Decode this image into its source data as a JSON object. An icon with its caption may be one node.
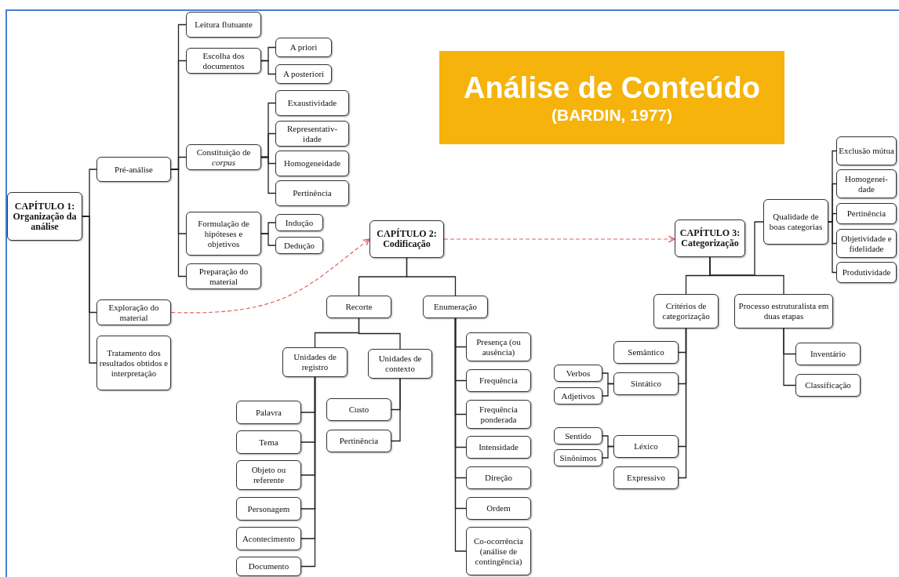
{
  "diagram": {
    "nodes": [
      {
        "text": [
          "CAPÍTULO 1: Organização da análise"
        ]
      },
      {
        "text": [
          "Pré-análise"
        ]
      },
      {
        "text": [
          "Exploração do material"
        ]
      },
      {
        "text": [
          "Tratamento dos resultados obtidos e interpretação"
        ]
      },
      {
        "text": [
          "Leitura flutuante"
        ]
      },
      {
        "text": [
          "Escolha dos documentos"
        ]
      },
      {
        "text": [
          "Constituição de *corpus*"
        ]
      },
      {
        "text": [
          "Formulação de hipóteses e objetivos"
        ]
      },
      {
        "text": [
          "Preparação do material"
        ]
      },
      {
        "text": [
          "A priori"
        ]
      },
      {
        "text": [
          "A posteriori"
        ]
      },
      {
        "text": [
          "Exaustividade"
        ]
      },
      {
        "text": [
          "Representativ- idade"
        ]
      },
      {
        "text": [
          "Homogeneidade"
        ]
      },
      {
        "text": [
          "Pertinência"
        ]
      },
      {
        "text": [
          "Indução"
        ]
      },
      {
        "text": [
          "Dedução"
        ]
      },
      {
        "text": [
          "CAPÍTULO 2: Codificação"
        ]
      },
      {
        "text": [
          "Recorte"
        ]
      },
      {
        "text": [
          "Enumeração"
        ]
      },
      {
        "text": [
          "Unidades de registro"
        ]
      },
      {
        "text": [
          "Unidades de contexto"
        ]
      },
      {
        "text": [
          "Palavra"
        ]
      },
      {
        "text": [
          "Tema"
        ]
      },
      {
        "text": [
          "Objeto ou referente"
        ]
      },
      {
        "text": [
          "Personagem"
        ]
      },
      {
        "text": [
          "Acontecimento"
        ]
      },
      {
        "text": [
          "Documento"
        ]
      },
      {
        "text": [
          "Custo"
        ]
      },
      {
        "text": [
          "Pertinência"
        ]
      },
      {
        "text": [
          "Presença (ou ausência)"
        ]
      },
      {
        "text": [
          "Frequência"
        ]
      },
      {
        "text": [
          "Frequência ponderada"
        ]
      },
      {
        "text": [
          "Intensidade"
        ]
      },
      {
        "text": [
          "Direção"
        ]
      },
      {
        "text": [
          "Ordem"
        ]
      },
      {
        "text": [
          "Co-ocorrência (análise de contingência)"
        ]
      },
      {
        "text": [
          "CAPÍTULO 3: Categorização"
        ]
      },
      {
        "text": [
          "Qualidade de boas categorias"
        ]
      },
      {
        "text": [
          "Exclusão mútua"
        ]
      },
      {
        "text": [
          "Homogenei- dade"
        ]
      },
      {
        "text": [
          "Pertinência"
        ]
      },
      {
        "text": [
          "Objetividade e fidelidade"
        ]
      },
      {
        "text": [
          "Produtividade"
        ]
      },
      {
        "text": [
          "Critérios de categorização"
        ]
      },
      {
        "text": [
          "Processo estruturalista em duas etapas"
        ]
      },
      {
        "text": [
          "Semântico"
        ]
      },
      {
        "text": [
          "Sintático"
        ]
      },
      {
        "text": [
          "Léxico"
        ]
      },
      {
        "text": [
          "Expressivo"
        ]
      },
      {
        "text": [
          "Verbos"
        ]
      },
      {
        "text": [
          "Adjetivos"
        ]
      },
      {
        "text": [
          "Sentido"
        ]
      },
      {
        "text": [
          "Sinônimos"
        ]
      },
      {
        "text": [
          "Inventário"
        ]
      },
      {
        "text": [
          "Classificação"
        ]
      },
      {
        "text": [
          "Análise de Conteúdo",
          "(BARDIN, 1977)"
        ]
      }
    ],
    "edges": [
      {
        "from": 0,
        "to": 1,
        "arrow": "none"
      },
      {
        "from": 0,
        "to": 2,
        "arrow": "none"
      },
      {
        "from": 0,
        "to": 3,
        "arrow": "none"
      },
      {
        "from": 1,
        "to": 4,
        "arrow": "none"
      },
      {
        "from": 1,
        "to": 5,
        "arrow": "none"
      },
      {
        "from": 1,
        "to": 6,
        "arrow": "none"
      },
      {
        "from": 1,
        "to": 7,
        "arrow": "none"
      },
      {
        "from": 1,
        "to": 8,
        "arrow": "none"
      },
      {
        "from": 5,
        "to": 9,
        "arrow": "none"
      },
      {
        "from": 5,
        "to": 10,
        "arrow": "none"
      },
      {
        "from": 6,
        "to": 11,
        "arrow": "none"
      },
      {
        "from": 6,
        "to": 12,
        "arrow": "none"
      },
      {
        "from": 6,
        "to": 13,
        "arrow": "none"
      },
      {
        "from": 6,
        "to": 14,
        "arrow": "none"
      },
      {
        "from": 7,
        "to": 15,
        "arrow": "none"
      },
      {
        "from": 7,
        "to": 16,
        "arrow": "none"
      },
      {
        "from": 2,
        "to": 17,
        "arrow": "to",
        "style": "dashed",
        "color": "#e06060"
      },
      {
        "from": 17,
        "to": 37,
        "arrow": "to",
        "style": "dashed",
        "color": "#e06060"
      },
      {
        "from": 17,
        "to": 18,
        "arrow": "none"
      },
      {
        "from": 17,
        "to": 19,
        "arrow": "none"
      },
      {
        "from": 18,
        "to": 20,
        "arrow": "none"
      },
      {
        "from": 18,
        "to": 21,
        "arrow": "none"
      },
      {
        "from": 20,
        "to": 22,
        "arrow": "none"
      },
      {
        "from": 20,
        "to": 23,
        "arrow": "none"
      },
      {
        "from": 20,
        "to": 24,
        "arrow": "none"
      },
      {
        "from": 20,
        "to": 25,
        "arrow": "none"
      },
      {
        "from": 20,
        "to": 26,
        "arrow": "none"
      },
      {
        "from": 20,
        "to": 27,
        "arrow": "none"
      },
      {
        "from": 21,
        "to": 28,
        "arrow": "none"
      },
      {
        "from": 21,
        "to": 29,
        "arrow": "none"
      },
      {
        "from": 19,
        "to": 30,
        "arrow": "none"
      },
      {
        "from": 19,
        "to": 31,
        "arrow": "none"
      },
      {
        "from": 19,
        "to": 32,
        "arrow": "none"
      },
      {
        "from": 19,
        "to": 33,
        "arrow": "none"
      },
      {
        "from": 19,
        "to": 34,
        "arrow": "none"
      },
      {
        "from": 19,
        "to": 35,
        "arrow": "none"
      },
      {
        "from": 19,
        "to": 36,
        "arrow": "none"
      },
      {
        "from": 37,
        "to": 44,
        "arrow": "none"
      },
      {
        "from": 37,
        "to": 45,
        "arrow": "none"
      },
      {
        "from": 37,
        "to": 38,
        "arrow": "none"
      },
      {
        "from": 38,
        "to": 39,
        "arrow": "none"
      },
      {
        "from": 38,
        "to": 40,
        "arrow": "none"
      },
      {
        "from": 38,
        "to": 41,
        "arrow": "none"
      },
      {
        "from": 38,
        "to": 42,
        "arrow": "none"
      },
      {
        "from": 38,
        "to": 43,
        "arrow": "none"
      },
      {
        "from": 44,
        "to": 46,
        "arrow": "none"
      },
      {
        "from": 44,
        "to": 47,
        "arrow": "none"
      },
      {
        "from": 44,
        "to": 48,
        "arrow": "none"
      },
      {
        "from": 44,
        "to": 49,
        "arrow": "none"
      },
      {
        "from": 47,
        "to": 50,
        "arrow": "none"
      },
      {
        "from": 47,
        "to": 51,
        "arrow": "none"
      },
      {
        "from": 48,
        "to": 52,
        "arrow": "none"
      },
      {
        "from": 48,
        "to": 53,
        "arrow": "none"
      },
      {
        "from": 45,
        "to": 54,
        "arrow": "none"
      },
      {
        "from": 45,
        "to": 55,
        "arrow": "none"
      }
    ]
  }
}
